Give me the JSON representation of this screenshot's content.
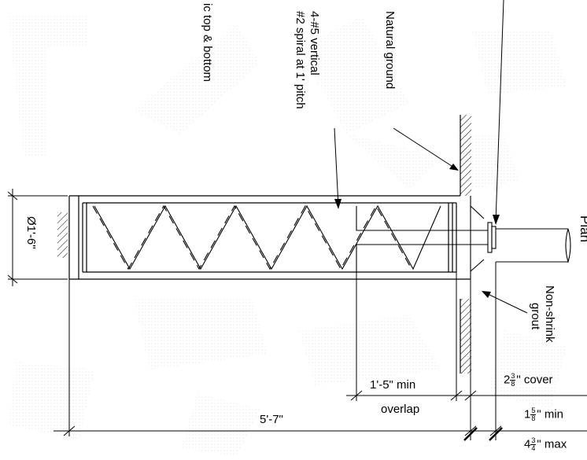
{
  "labels": {
    "insulation": "ic top & bottom",
    "rebar_vertical": "4-#5 vertical",
    "rebar_spiral": "#2 spiral at 1' pitch",
    "natural_ground": "Natural ground",
    "diameter": "Ø1'-6\"",
    "grout_line1": "Non-shrink",
    "grout_line2": "grout",
    "cover_whole": "2",
    "cover_num": "3",
    "cover_den": "8",
    "cover_text": "\" cover",
    "min_whole": "1",
    "min_num": "5",
    "min_den": "8",
    "min_text": "\" min",
    "max_whole": "4",
    "max_num": "3",
    "max_den": "4",
    "max_text": "\" max",
    "overlap_dim": "1'-5\" min",
    "overlap_word": "overlap",
    "length_dim": "5'-7\"",
    "corner_fragment": "Plan"
  },
  "colors": {
    "line": "#000000",
    "watermark": "#e6e6e6"
  }
}
